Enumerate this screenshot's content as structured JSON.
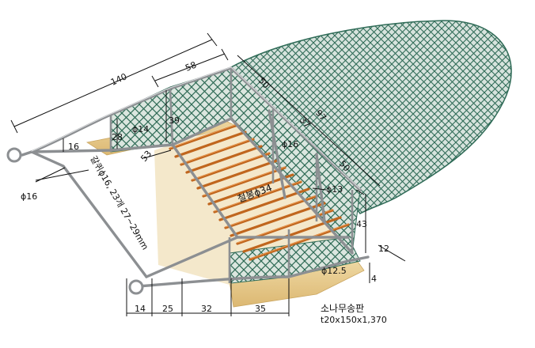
{
  "labels": {
    "top_overall": "140",
    "top_back": "58",
    "height_left": "28",
    "height_left2": "39",
    "pipe_top": "ϕ14",
    "hook_size": "16",
    "ring_pipe": "ϕ16",
    "side_note": "갈퀴ϕ16, 23개 27~29mm",
    "slat_angle": "53",
    "middle_pipe": "ϕ16",
    "bar_pipe": "철봉ϕ34",
    "inner_pipe": "ϕ13",
    "net_dim_a": "50",
    "net_dim_b": "37",
    "net_dim_c": "97",
    "net_dim_d": "50",
    "right_height": "43",
    "right_offset": "12",
    "right_pipe": "ϕ12.5",
    "right_small": "4",
    "bottom_a": "14",
    "bottom_b": "25",
    "bottom_c": "32",
    "bottom_d": "35",
    "board_name": "소나무송판",
    "board_spec": "t20x150x1,370"
  },
  "colors": {
    "net": "#2f6b57",
    "net_fill": "#d7e3dd",
    "frame": "#8c8f92",
    "slat": "#c0661e",
    "board": "#e6c88a"
  }
}
